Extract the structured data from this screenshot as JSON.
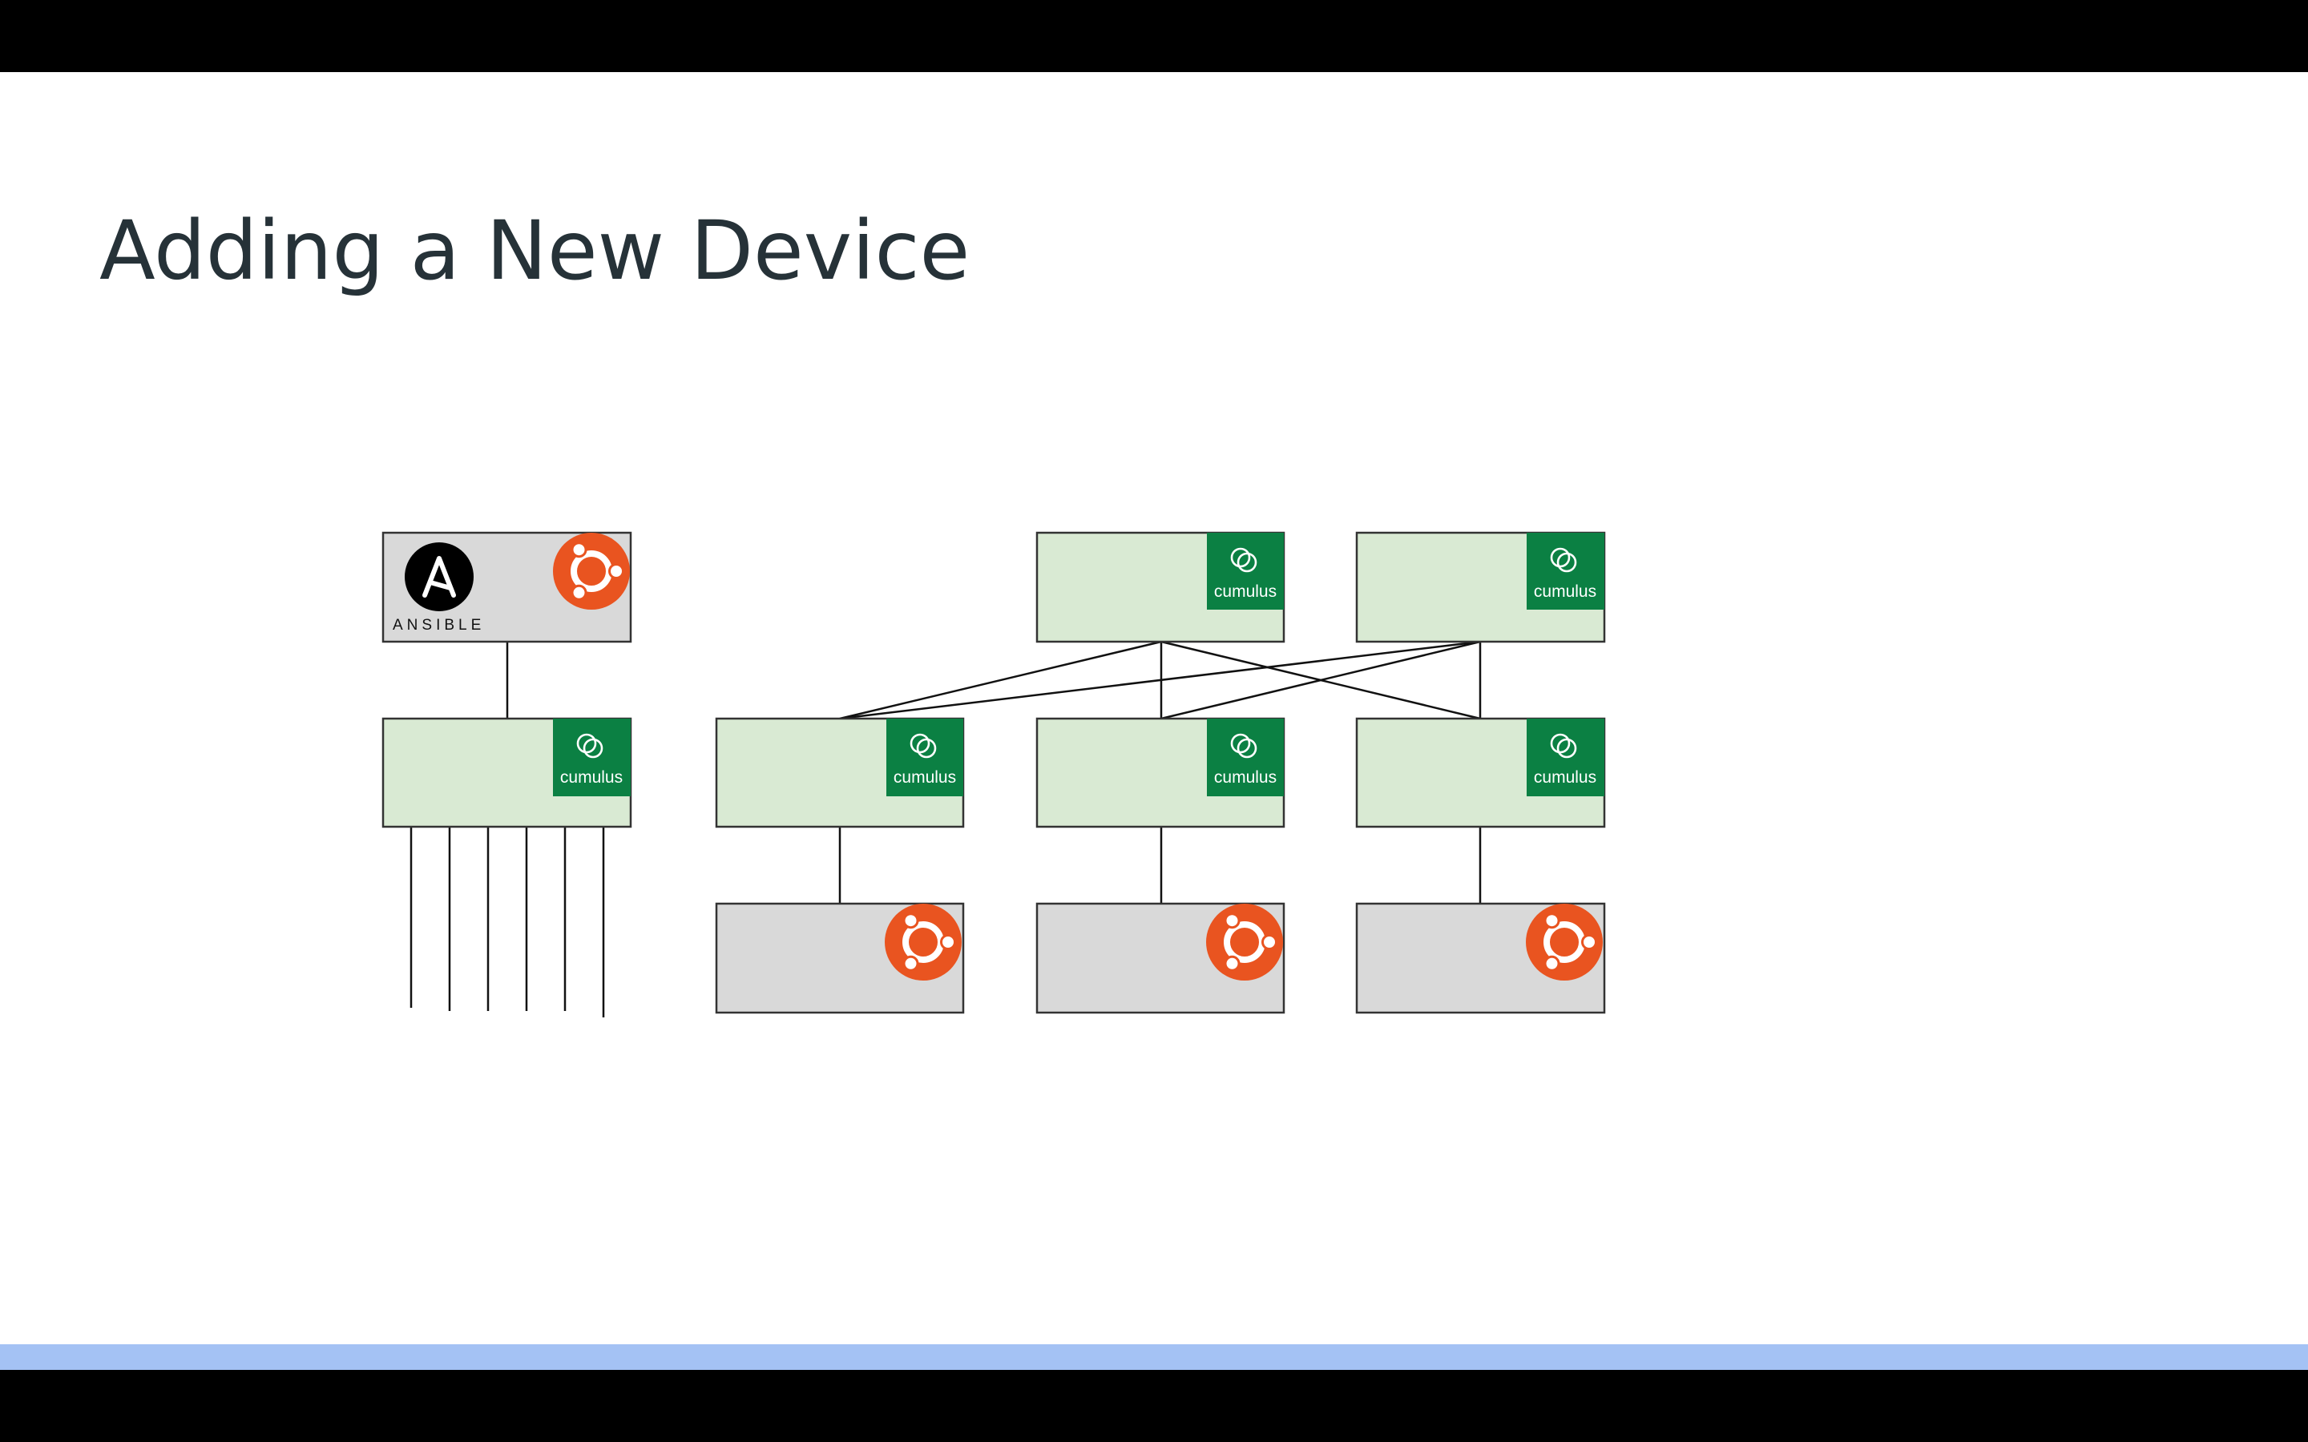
{
  "slide": {
    "title": "Adding a New Device"
  },
  "logos": {
    "ansible_word": "ANSIBLE",
    "cumulus_word": "cumulus"
  },
  "nodes": [
    {
      "id": "ansible-ubuntu-host",
      "kind": "server",
      "logos": [
        "ansible-logo",
        "ubuntu-logo"
      ]
    },
    {
      "id": "management-switch",
      "kind": "switch",
      "logos": [
        "cumulus-logo"
      ]
    },
    {
      "id": "spine-1",
      "kind": "switch",
      "logos": [
        "cumulus-logo"
      ]
    },
    {
      "id": "spine-2",
      "kind": "switch",
      "logos": [
        "cumulus-logo"
      ]
    },
    {
      "id": "leaf-1",
      "kind": "switch",
      "logos": [
        "cumulus-logo"
      ]
    },
    {
      "id": "leaf-2",
      "kind": "switch",
      "logos": [
        "cumulus-logo"
      ]
    },
    {
      "id": "leaf-3",
      "kind": "switch",
      "logos": [
        "cumulus-logo"
      ]
    },
    {
      "id": "server-1",
      "kind": "server",
      "logos": [
        "ubuntu-logo"
      ]
    },
    {
      "id": "server-2",
      "kind": "server",
      "logos": [
        "ubuntu-logo"
      ]
    },
    {
      "id": "server-3",
      "kind": "server",
      "logos": [
        "ubuntu-logo"
      ]
    }
  ],
  "links": [
    [
      "ansible-ubuntu-host",
      "management-switch"
    ],
    [
      "spine-1",
      "leaf-1"
    ],
    [
      "spine-1",
      "leaf-2"
    ],
    [
      "spine-1",
      "leaf-3"
    ],
    [
      "spine-2",
      "leaf-1"
    ],
    [
      "spine-2",
      "leaf-2"
    ],
    [
      "spine-2",
      "leaf-3"
    ],
    [
      "leaf-1",
      "server-1"
    ],
    [
      "leaf-2",
      "server-2"
    ],
    [
      "leaf-3",
      "server-3"
    ]
  ],
  "management_drop_lines": 6,
  "colors": {
    "switch_fill": "#d9ead3",
    "server_fill": "#d9d9d9",
    "cumulus_green": "#0b8043",
    "ubuntu_orange": "#e95420",
    "accent_bar": "#a4c2f4",
    "title_text": "#263238"
  }
}
